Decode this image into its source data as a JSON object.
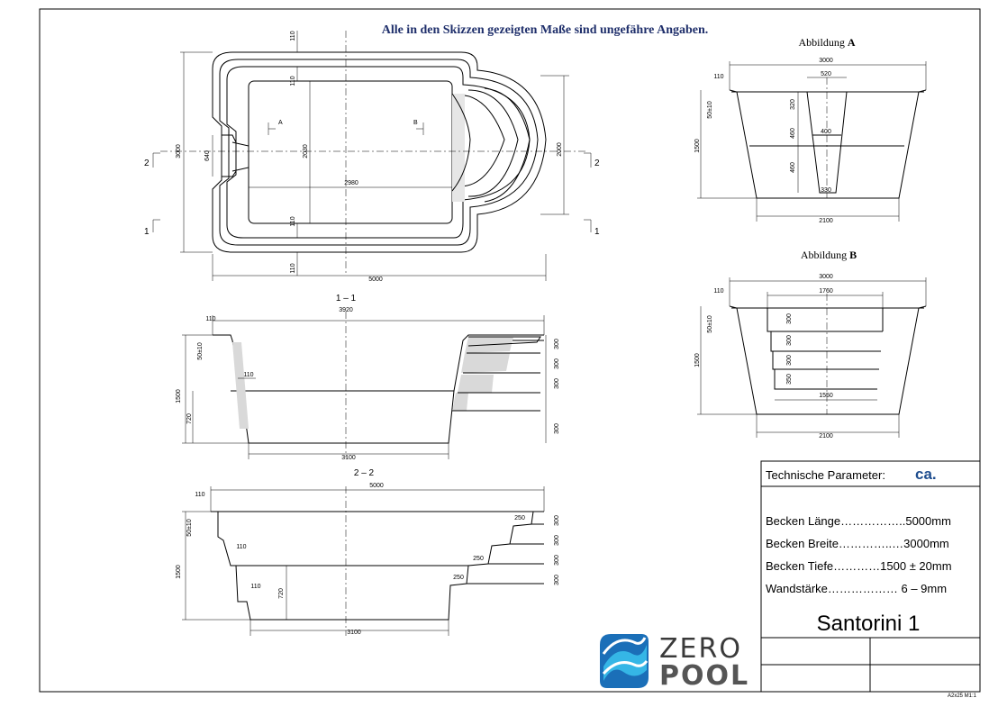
{
  "note": "Alle in den Skizzen gezeigten Maße sind ungefähre Angaben.",
  "figures": {
    "a_title_prefix": "Abbildung",
    "a_title_letter": "A",
    "b_title_prefix": "Abbildung",
    "b_title_letter": "B"
  },
  "plan": {
    "dim_total_length": "5000",
    "dim_inner_length": "2980",
    "dim_total_width": "3000",
    "dim_inner_width": "2030",
    "dim_step_width": "2000",
    "dim_skimmer": "640",
    "dim_top_110": "110",
    "dim_top2_110": "110",
    "dim_bot_110": "110",
    "dim_bot2_110": "110",
    "marker_a": "A",
    "marker_b": "B",
    "marker_1_left": "1",
    "marker_1_right": "1",
    "marker_2_left": "2",
    "marker_2_right": "2"
  },
  "section11": {
    "title": "1 – 1",
    "dim_rim": "110",
    "dim_top": "3920",
    "dim_slope": "50±10",
    "dim_depth": "1500",
    "dim_lower": "720",
    "dim_bench": "110",
    "dim_bottom": "3100",
    "steps": [
      "300",
      "300",
      "300",
      "300"
    ]
  },
  "section22": {
    "title": "2 – 2",
    "dim_rim": "110",
    "dim_top": "5000",
    "dim_slope": "50±10",
    "dim_depth": "1500",
    "dim_lower": "720",
    "dim_bench1": "110",
    "dim_bench2": "110",
    "dim_bottom": "3100",
    "step_widths": [
      "250",
      "250",
      "250"
    ],
    "steps": [
      "300",
      "300",
      "300",
      "300"
    ]
  },
  "figA": {
    "dim_top": "3000",
    "dim_inner": "520",
    "dim_rim": "110",
    "dim_slope": "50±10",
    "dim_depth": "1500",
    "dim_320": "320",
    "dim_460a": "460",
    "dim_460b": "460",
    "dim_400": "400",
    "dim_330": "330",
    "dim_bottom": "2100"
  },
  "figB": {
    "dim_top": "3000",
    "dim_inner": "1760",
    "dim_rim": "110",
    "dim_slope": "50±10",
    "dim_depth": "1500",
    "steps": [
      "300",
      "300",
      "300",
      "350"
    ],
    "dim_1550": "1550",
    "dim_bottom": "2100"
  },
  "params": {
    "header": "Technische Parameter:",
    "ca": "ca.",
    "length": "Becken Länge……………..5000mm",
    "width": "Becken Breite…………..…3000mm",
    "depth": "Becken Tiefe…………1500 ± 20mm",
    "wall": "Wandstärke……………… 6 – 9mm",
    "model": "Santorini 1"
  },
  "brand": {
    "word1": "ZERO",
    "word2": "POOL",
    "colors": {
      "wave_dark": "#1b6fb8",
      "wave_light": "#35b6e6"
    }
  },
  "sheet_code": "A2x25 M1:1"
}
